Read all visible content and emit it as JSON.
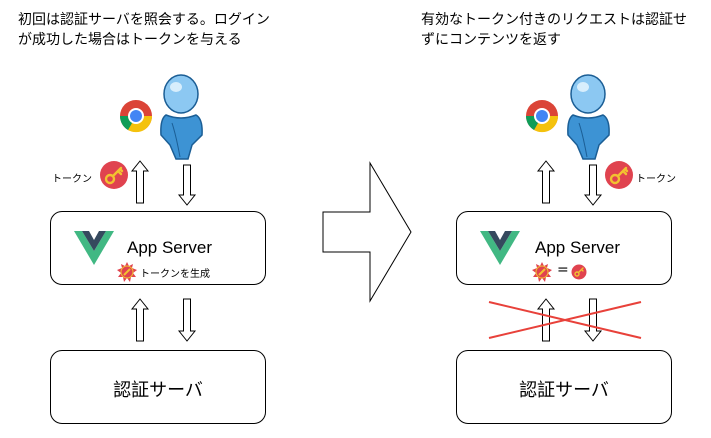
{
  "left": {
    "caption_line1": "初回は認証サーバを照会する。ログイン",
    "caption_line2": "が成功した場合はトークンを与える",
    "token_label": "トークン",
    "app_server_label": "App Server",
    "generate_label": "トークンを生成",
    "auth_server_label": "認証サーバ"
  },
  "right": {
    "caption_line1": "有効なトークン付きのリクエストは認証せ",
    "caption_line2": "ずにコンテンツを返す",
    "token_label": "トークン",
    "app_server_label": "App Server",
    "equals_symbol": "=",
    "auth_server_label": "認証サーバ"
  },
  "colors": {
    "vue_green": "#41b883",
    "vue_dark": "#35495e",
    "token_red": "#e0434f",
    "key_gold": "#f2c230",
    "user_blue": "#2f83c6",
    "cross_red": "#e8413a"
  },
  "icons": [
    "user-icon",
    "chrome-icon",
    "token-key-icon",
    "vue-logo-icon",
    "token-generate-icon"
  ]
}
